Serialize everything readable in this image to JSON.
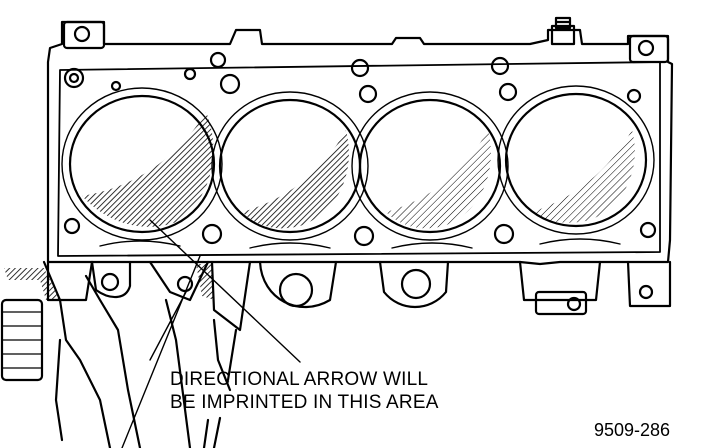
{
  "callout": {
    "line1": "DIRECTIONAL ARROW WILL",
    "line2": "BE IMPRINTED IN THIS AREA"
  },
  "figure_number": "9509-286",
  "colors": {
    "ink": "#000000",
    "paper": "#ffffff"
  }
}
